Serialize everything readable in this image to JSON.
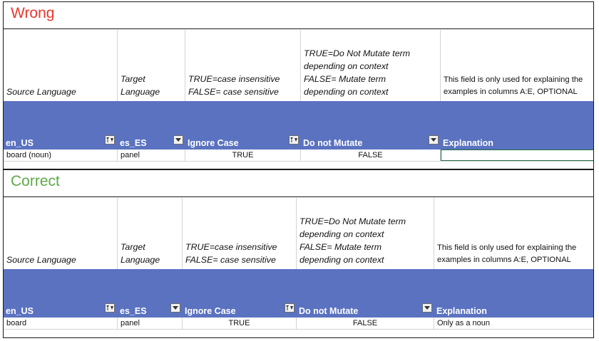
{
  "wrong": {
    "label": "Wrong",
    "descriptions": {
      "source": "Source Language",
      "target": "Target Language",
      "ignore_case": "TRUE=case insensitive\nFALSE= case sensitive",
      "do_not_mutate": "TRUE=Do Not Mutate term\ndepending on context\nFALSE= Mutate term\ndepending on context",
      "explanation": "This field is only used for  explaining the\nexamples in columns A:E, OPTIONAL"
    },
    "headers": {
      "source": "en_US",
      "target": "es_ES",
      "ignore_case": "Ignore Case",
      "do_not_mutate": "Do not Mutate",
      "explanation": "Explanation"
    },
    "row": {
      "source": "board (noun)",
      "target": "panel",
      "ignore_case": "TRUE",
      "do_not_mutate": "FALSE",
      "explanation": ""
    }
  },
  "correct": {
    "label": "Correct",
    "descriptions": {
      "source": "Source Language",
      "target": "Target Language",
      "ignore_case": "TRUE=case insensitive\nFALSE= case sensitive",
      "do_not_mutate": "TRUE=Do Not Mutate term\ndepending on context\nFALSE= Mutate term\ndepending on context",
      "explanation": "This field is only used for  explaining the\nexamples in columns A:E, OPTIONAL"
    },
    "headers": {
      "source": "en_US",
      "target": "es_ES",
      "ignore_case": "Ignore Case",
      "do_not_mutate": "Do not Mutate",
      "explanation": "Explanation"
    },
    "row": {
      "source": "board",
      "target": "panel",
      "ignore_case": "TRUE",
      "do_not_mutate": "FALSE",
      "explanation": "Only as a noun"
    }
  },
  "icons": {
    "filter_active": "filter-dropdown-icon",
    "filter_plain": "dropdown-arrow-icon"
  },
  "colors": {
    "header_band": "#5a72c0",
    "wrong_label": "#e8372c",
    "correct_label": "#5fa84a",
    "selected_cell_border": "#1f6e43"
  }
}
